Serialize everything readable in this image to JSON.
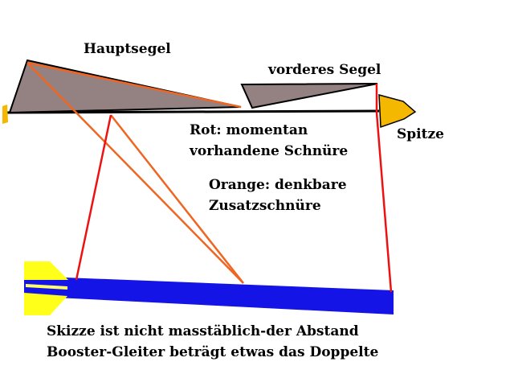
{
  "labels": {
    "main_sail": "Hauptsegel",
    "front_sail": "vorderes Segel",
    "tip": "Spitze",
    "legend_red_line1": "Rot: momentan",
    "legend_red_line2": "vorhandene Schnüre",
    "legend_orange_line1": "Orange: denkbare",
    "legend_orange_line2": "Zusatzschnüre",
    "note_line1": "Skizze ist nicht masstäblich-der Abstand",
    "note_line2": "Booster-Gleiter beträgt etwas das Doppelte"
  },
  "colors": {
    "sail_fill": "#948181",
    "outline": "#000000",
    "tip_fill": "#f5b800",
    "booster_body": "#1414e6",
    "booster_fins": "#ffff1a",
    "booster_stripe": "#ffff66",
    "red_lines": "#ee1111",
    "orange_lines": "#ee6622",
    "text": "#000000"
  }
}
